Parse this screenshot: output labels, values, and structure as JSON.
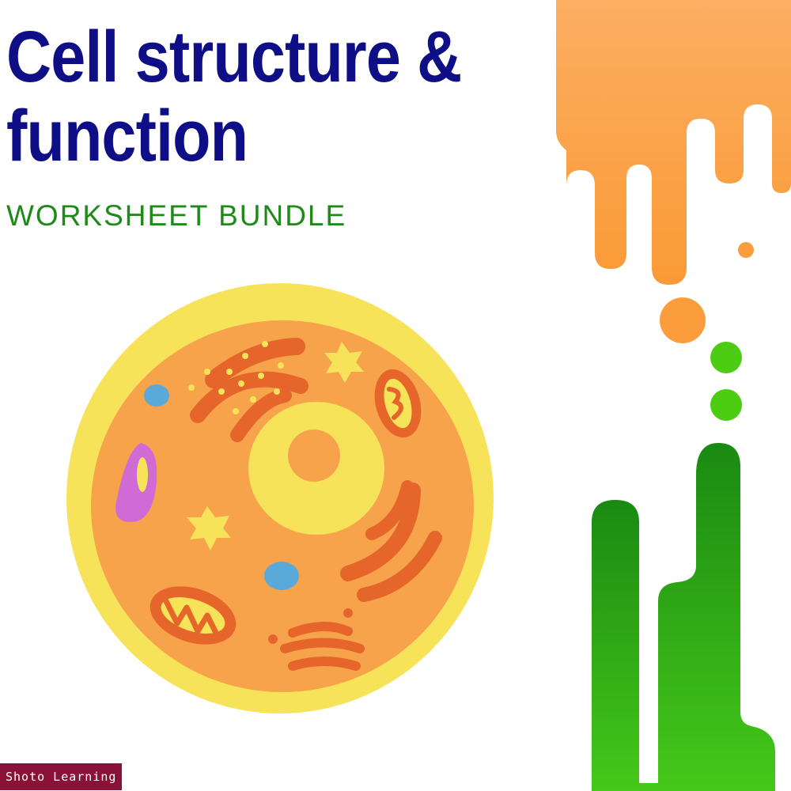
{
  "title": {
    "line1": "Cell structure &",
    "line2": "function"
  },
  "subtitle": "WORKSHEET BUNDLE",
  "brand": "Shoto Learning",
  "colors": {
    "title": "#0e0e86",
    "subtitle": "#1f8a1a",
    "drip_orange": "#fb9d3c",
    "drip_green": "#36b412",
    "cell_membrane": "#f7e35a",
    "cytoplasm": "#f7a34b",
    "organelle": "#e5652a",
    "brand_badge": "#8a1238"
  },
  "icons": [
    "animal-cell-illustration",
    "orange-paint-drip",
    "green-paint-splash"
  ]
}
